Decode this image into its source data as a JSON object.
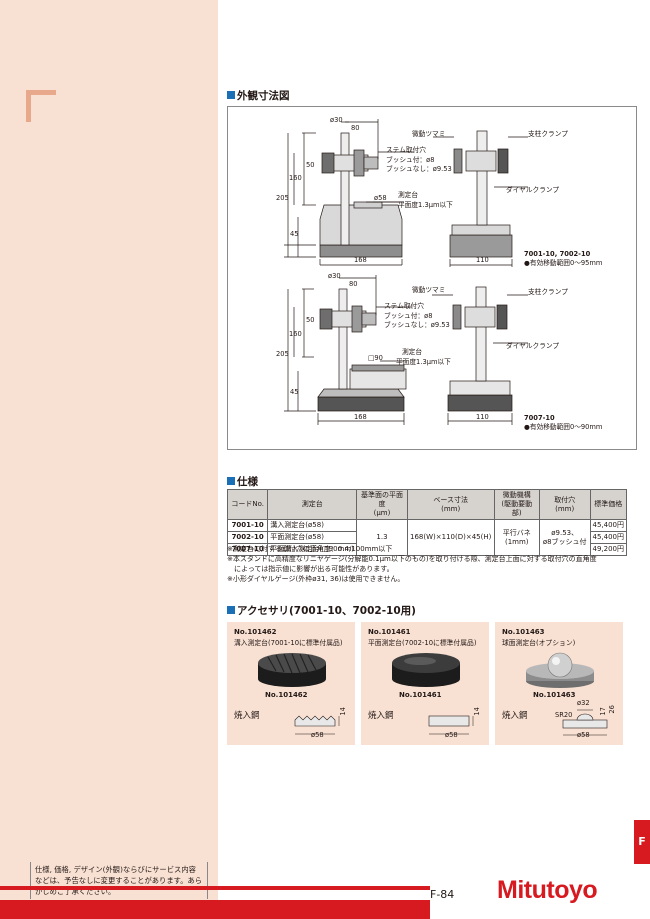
{
  "section_letter": "F",
  "page_number": "F-84",
  "brand": "Mitutoyo",
  "disclaimer": "仕様, 価格, デザイン(外観)ならびにサービス内容などは、予告なしに変更することがあります。あらかじめご了承ください。",
  "figure": {
    "heading": "外観寸法図",
    "top": {
      "dim_phi30": "ø30",
      "dim_80": "80",
      "dim_50": "50",
      "dim_160": "160",
      "dim_205": "205",
      "dim_45": "45",
      "dim_168": "168",
      "dim_110": "110",
      "dim_phi58": "ø58",
      "label_micro_knob": "微動ツマミ",
      "label_stem_hole": "ステム取付穴",
      "label_bush_on": "ブッシュ付：ø8",
      "label_bush_off": "ブッシュなし：ø9.53",
      "label_table": "測定台",
      "label_flatness": "平面度1.3μm以下",
      "label_post_clamp": "支柱クランプ",
      "label_dial_clamp": "ダイヤルクランプ",
      "model": "7001-10, 7002-10",
      "range": "●有効移動範囲0～95mm"
    },
    "bottom": {
      "dim_phi30": "ø30",
      "dim_80": "80",
      "dim_50": "50",
      "dim_160": "160",
      "dim_205": "205",
      "dim_45": "45",
      "dim_168": "168",
      "dim_110": "110",
      "dim_sq90": "□90",
      "label_micro_knob": "微動ツマミ",
      "label_stem_hole": "ステム取付穴",
      "label_bush_on": "ブッシュ付：ø8",
      "label_bush_off": "ブッシュなし：ø9.53",
      "label_table": "測定台",
      "label_flatness": "平面度1.3μm以下",
      "label_post_clamp": "支柱クランプ",
      "label_dial_clamp": "ダイヤルクランプ",
      "model": "7007-10",
      "range": "●有効移動範囲0～90mm"
    }
  },
  "spec": {
    "heading": "仕様",
    "headers": [
      "コードNo.",
      "測定台",
      "基準面の平面度\n(μm)",
      "ベース寸法\n(mm)",
      "微動機構\n(駆動要動部)",
      "取付穴\n(mm)",
      "標準価格"
    ],
    "rows": [
      {
        "code": "7001-10",
        "table": "溝入測定台(ø58)",
        "price": "45,400円"
      },
      {
        "code": "7002-10",
        "table": "平面測定台(ø58)",
        "price": "45,400円"
      },
      {
        "code": "7007-10",
        "table": "平面溝入測定台(□90mm)",
        "price": "49,200円"
      }
    ],
    "flatness": "1.3",
    "base": "168(W)×110(D)×45(H)",
    "fine_adjust": "平行バネ\n(1mm)",
    "mount_hole_1": "ø9.53、",
    "mount_hole_2": "ø8ブッシュ付",
    "notes": [
      "※測定台に対する取付穴の直角度：0.4/100mm以下",
      "※本スタンドに高精度なリニヤゲージ(分解能0.1μm以下のもの)を取り付ける際、測定台上面に対する取付穴の直角度",
      "　によっては指示値に影響が出る可能性があります。",
      "※小形ダイヤルゲージ(外枠ø31, 36)は使用できません。"
    ]
  },
  "accessories": {
    "heading": "アクセサリ(7001-10、7002-10用)",
    "items": [
      {
        "no": "No.101462",
        "desc": "溝入測定台(7001-10に標準付属品)",
        "part": "No.101462",
        "material": "焼入鋼",
        "d1": "14",
        "d2": "ø58"
      },
      {
        "no": "No.101461",
        "desc": "平面測定台(7002-10に標準付属品)",
        "part": "No.101461",
        "material": "焼入鋼",
        "d1": "14",
        "d2": "ø58"
      },
      {
        "no": "No.101463",
        "desc": "球面測定台(オプション)",
        "part": "No.101463",
        "material": "焼入鋼",
        "d1": "ø32",
        "d2": "SR20",
        "d3": "26",
        "d4": "17",
        "d5": "ø58"
      }
    ]
  },
  "colors": {
    "accent_red": "#d71920",
    "panel_pink": "#f8e1d3",
    "heading_blue": "#1a6fb5"
  }
}
